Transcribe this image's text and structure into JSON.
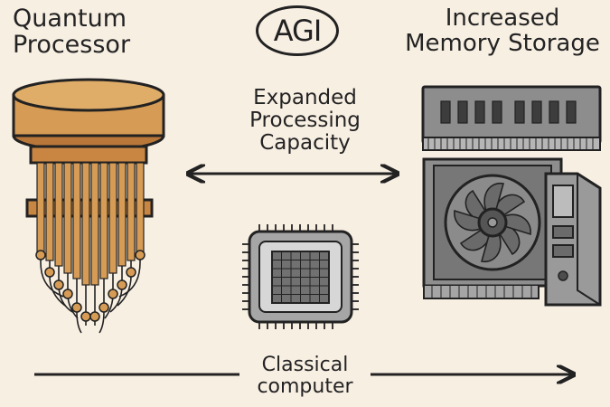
{
  "labels": {
    "left_title": "Quantum\nProcessor",
    "right_title": "Increased\nMemory Storage",
    "center_badge": "AGI",
    "center_text": "Expanded\nProcessing\nCapacity",
    "bottom_text": "Classical\ncomputer"
  },
  "colors": {
    "background": "#f8efe3",
    "copper": "#d69b55",
    "copper_dark": "#b9773a",
    "hardware_gray": "#9a9a9a",
    "hardware_dark": "#5d5d5d",
    "outline": "#222222"
  },
  "icons": {
    "left": "quantum-processor-icon",
    "center": "cpu-chip-icon",
    "right_top": "memory-module-icon",
    "right_middle": "graphics-card-icon",
    "right_tower": "computer-tower-icon"
  }
}
